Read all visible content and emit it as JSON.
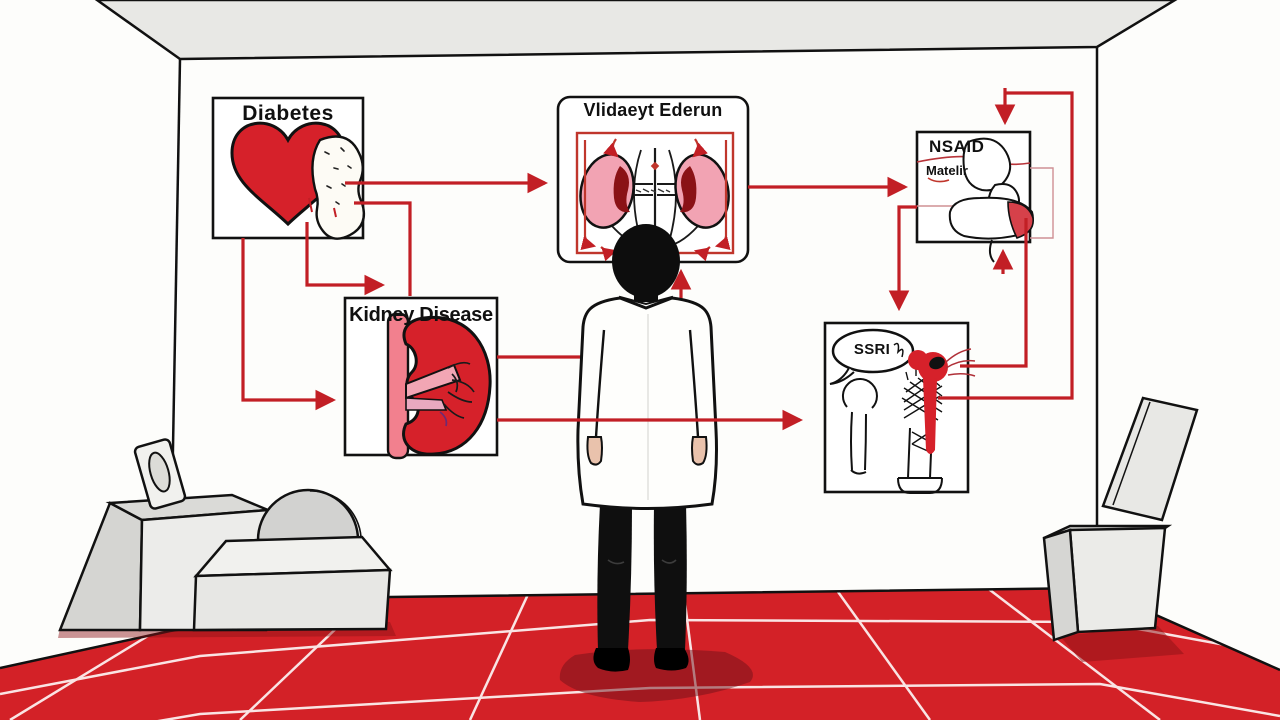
{
  "flowchart": {
    "boxes": [
      {
        "id": "diabetes",
        "label": "Diabetes",
        "icon": "heart-with-pale-lesion-icon"
      },
      {
        "id": "kidney_disease",
        "label": "Kidney Disease",
        "icon": "kidney-with-artery-icon"
      },
      {
        "id": "kidney_diagram",
        "label": "Vlidaeyt Ederun",
        "icon": "paired-kidneys-diagram-icon"
      },
      {
        "id": "nsaid",
        "label": "NSAID",
        "sublabel": "Matelir",
        "icon": "stomach-blob-icon"
      },
      {
        "id": "ssri",
        "label": "SSRI",
        "icon": "bones-and-hip-implant-icon"
      }
    ]
  },
  "scene": {
    "figure": "man-in-white-lab-coat-back-view",
    "room": [
      "ceiling",
      "left-cabinet-with-mirror",
      "bench-with-round-headrest",
      "right-chair",
      "red-tiled-floor"
    ]
  },
  "colors": {
    "arrow_red": "#c21f25",
    "organ_red": "#d6212a",
    "organ_pink": "#f2a3b3",
    "floor_red": "#d32127",
    "wall_white": "#fdfdfb",
    "ceiling_gray": "#e8e8e5",
    "furniture_gray": "#e7e7e4"
  }
}
